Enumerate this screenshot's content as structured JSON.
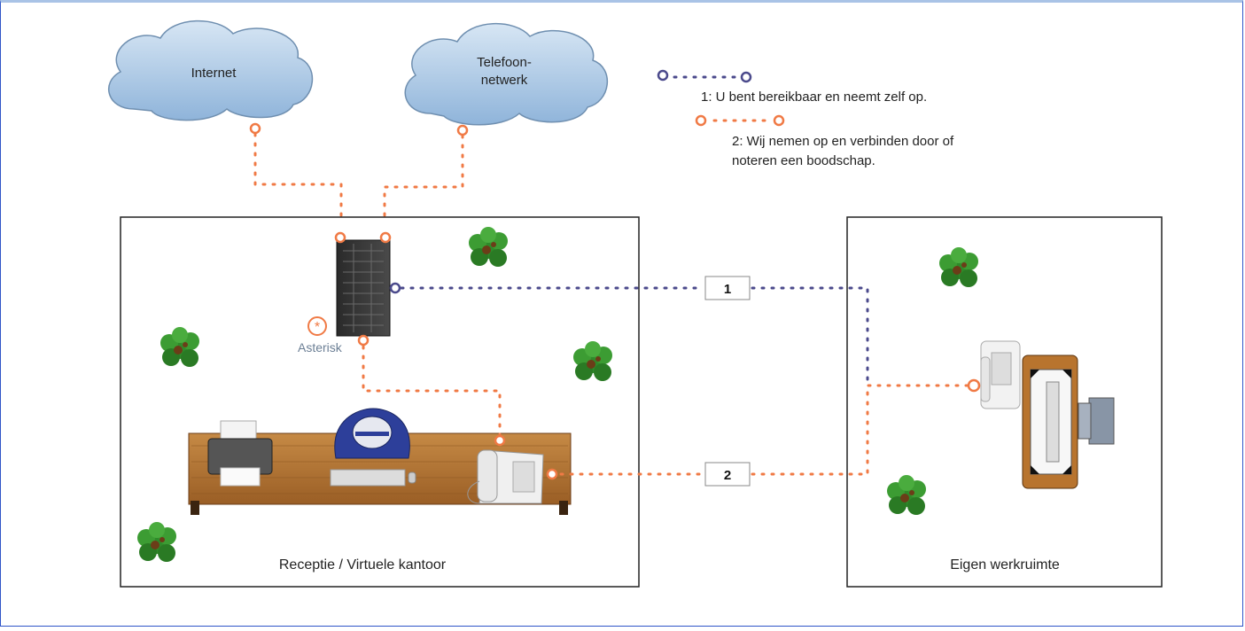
{
  "clouds": {
    "internet": "Internet",
    "phone_line1": "Telefoon-",
    "phone_line2": "netwerk"
  },
  "legend": {
    "item1": "1: U bent bereikbaar en neemt zelf op.",
    "item2_line1": "2: Wij nemen op en verbinden door of",
    "item2_line2": "noteren een boodschap."
  },
  "rooms": {
    "reception": "Receptie / Virtuele kantoor",
    "workspace": "Eigen werkruimte"
  },
  "server_brand": "Asterisk",
  "paths": {
    "path1": "1",
    "path2": "2"
  },
  "colors": {
    "line1": "#4b4a8c",
    "line2": "#f07a45",
    "cloud": "#a9c8e6",
    "plant": "#2f8a2a",
    "desk": "#a86a2e"
  }
}
